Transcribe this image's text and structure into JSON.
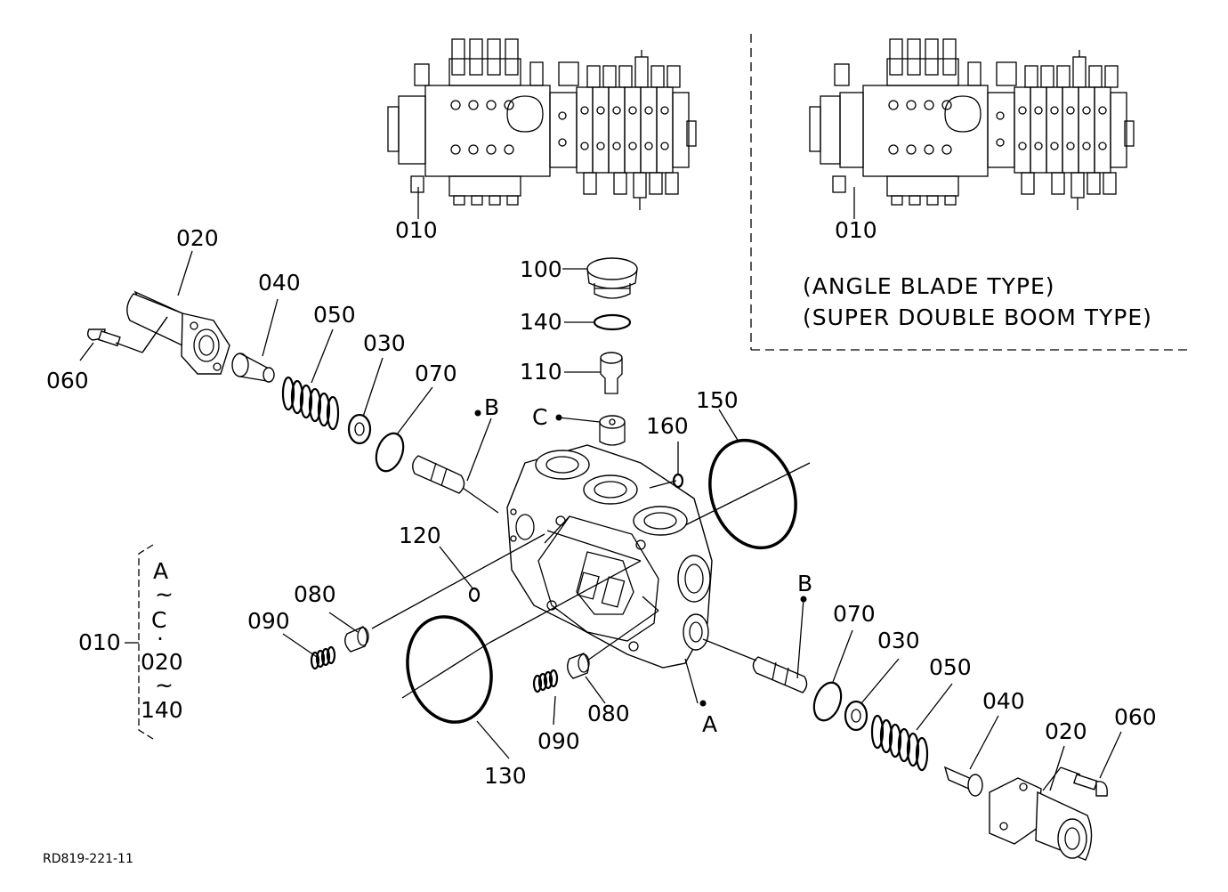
{
  "diagram": {
    "drawing_code": "RD819-221-11",
    "notes": [
      "(ANGLE BLADE TYPE)",
      "(SUPER DOUBLE BOOM TYPE)"
    ],
    "assembly_ref": {
      "part": "010",
      "includes": [
        "A",
        "~",
        "C",
        "·",
        "020",
        "~",
        "140"
      ]
    },
    "ports": [
      "A",
      "B",
      "C"
    ],
    "part_labels": {
      "p010a": "010",
      "p010b": "010",
      "p020a": "020",
      "p020b": "020",
      "p030a": "030",
      "p030b": "030",
      "p040a": "040",
      "p040b": "040",
      "p050a": "050",
      "p050b": "050",
      "p060a": "060",
      "p060b": "060",
      "p070a": "070",
      "p070b": "070",
      "p080a": "080",
      "p080b": "080",
      "p090a": "090",
      "p090b": "090",
      "p100": "100",
      "p110": "110",
      "p120": "120",
      "p130": "130",
      "p140": "140",
      "p150": "150",
      "p160": "160"
    }
  }
}
